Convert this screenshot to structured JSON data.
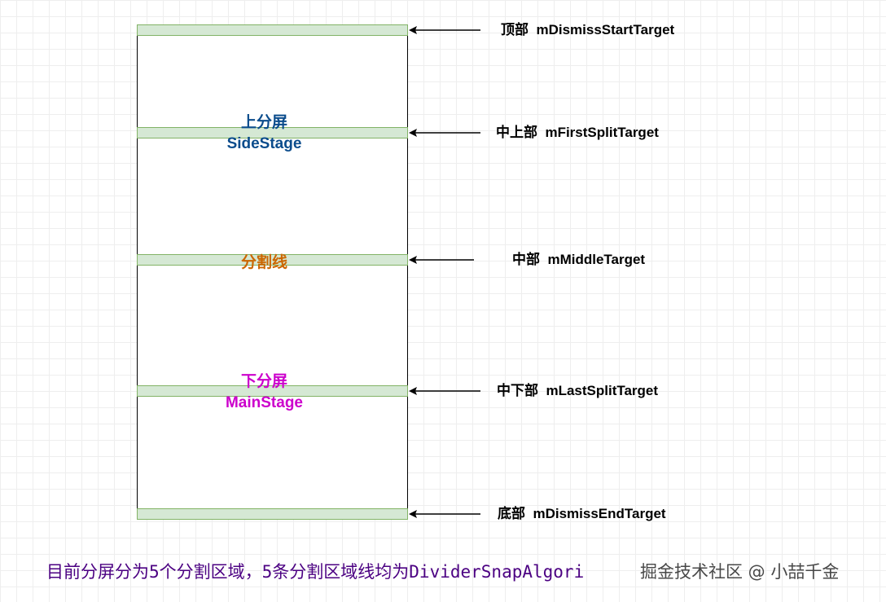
{
  "targets": [
    {
      "cn": "顶部",
      "field": "mDismissStartTarget"
    },
    {
      "cn": "中上部",
      "field": "mFirstSplitTarget"
    },
    {
      "cn": "中部",
      "field": "mMiddleTarget"
    },
    {
      "cn": "中下部",
      "field": "mLastSplitTarget"
    },
    {
      "cn": "底部",
      "field": "mDismissEndTarget"
    }
  ],
  "regions": {
    "side": {
      "cn": "上分屏",
      "en": "SideStage",
      "color": "#0b4c8c"
    },
    "divider": {
      "cn": "分割线",
      "color": "#cc6600"
    },
    "main": {
      "cn": "下分屏",
      "en": "MainStage",
      "color": "#cc00cc"
    }
  },
  "caption": "目前分屏分为5个分割区域，5条分割区域线均为DividerSnapAlgori",
  "watermark": "掘金技术社区 @ 小喆千金",
  "colors": {
    "bar_fill": "#d5e8d4",
    "bar_border": "#82b366",
    "caption": "#4b0082"
  }
}
